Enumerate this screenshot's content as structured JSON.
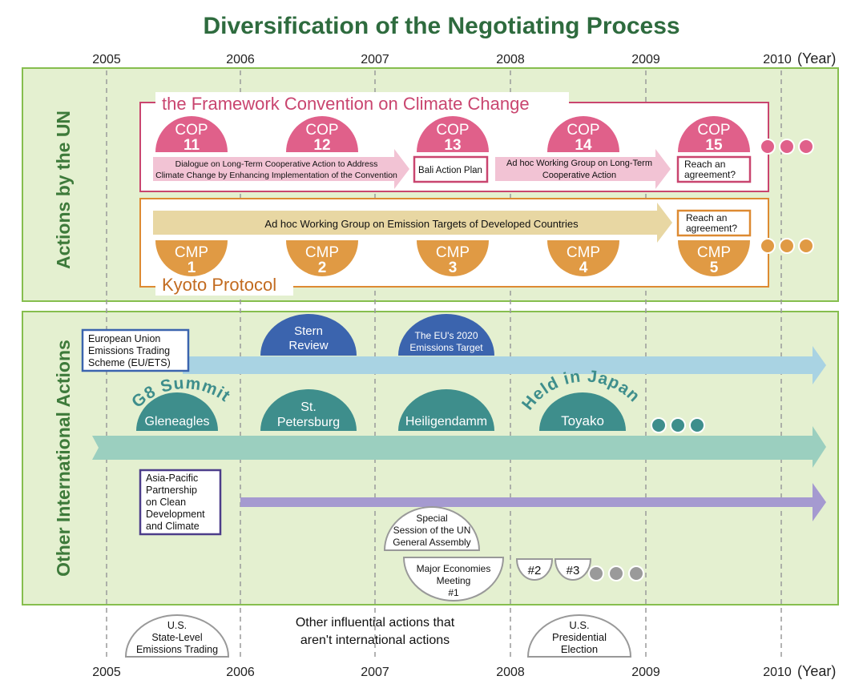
{
  "title": "Diversification of the Negotiating Process",
  "years": [
    "2005",
    "2006",
    "2007",
    "2008",
    "2009",
    "2010"
  ],
  "year_unit": "(Year)",
  "un_panel": {
    "side_label": "Actions by the UN",
    "fccc_label": "the Framework Convention on Climate Change",
    "kyoto_label": "Kyoto Protocol",
    "cop": [
      {
        "title": "COP",
        "num": "11"
      },
      {
        "title": "COP",
        "num": "12"
      },
      {
        "title": "COP",
        "num": "13"
      },
      {
        "title": "COP",
        "num": "14"
      },
      {
        "title": "COP",
        "num": "15"
      }
    ],
    "cmp": [
      {
        "title": "CMP",
        "num": "1"
      },
      {
        "title": "CMP",
        "num": "2"
      },
      {
        "title": "CMP",
        "num": "3"
      },
      {
        "title": "CMP",
        "num": "4"
      },
      {
        "title": "CMP",
        "num": "5"
      }
    ],
    "dialogue_line1": "Dialogue on Long-Term Cooperative Action to Address",
    "dialogue_line2": "Climate Change by Enhancing Implementation of the Convention",
    "bali": "Bali Action Plan",
    "awg_lca_line1": "Ad hoc Working Group on Long-Term",
    "awg_lca_line2": "Cooperative Action",
    "reach_line1": "Reach an",
    "reach_line2": "agreement?",
    "awg_kp": "Ad hoc Working Group on Emission Targets of Developed Countries"
  },
  "other_panel": {
    "side_label": "Other International Actions",
    "euets_line1": "European Union",
    "euets_line2": "Emissions Trading",
    "euets_line3": "Scheme (EU/ETS)",
    "stern_line1": "Stern",
    "stern_line2": "Review",
    "eu2020_line1": "The EU's 2020",
    "eu2020_line2": "Emissions Target",
    "g8_arc": "G8 Summit",
    "japan_arc": "Held in Japan",
    "summits": [
      {
        "line1": "Gleneagles",
        "line2": ""
      },
      {
        "line1": "St.",
        "line2": "Petersburg"
      },
      {
        "line1": "Heiligendamm",
        "line2": ""
      },
      {
        "line1": "Toyako",
        "line2": ""
      }
    ],
    "app_lines": [
      "Asia-Pacific",
      "Partnership",
      "on Clean",
      "Development",
      "and Climate"
    ],
    "unga_lines": [
      "Special",
      "Session of the UN",
      "General Assembly"
    ],
    "mem_lines": [
      "Major Economies",
      "Meeting",
      "#1"
    ],
    "mem2": "#2",
    "mem3": "#3"
  },
  "bottom": {
    "us_state_lines": [
      "U.S.",
      "State-Level",
      "Emissions Trading"
    ],
    "note_line1": "Other influential actions that",
    "note_line2": "aren't international actions",
    "us_election_lines": [
      "U.S.",
      "Presidential",
      "Election"
    ]
  },
  "colors": {
    "title": "#2e6b3e",
    "panel_fill": "#e4f0d0",
    "panel_border": "#86be4e",
    "cop": "#e0608a",
    "cop_frame": "#c9456f",
    "cmp": "#e09a44",
    "cmp_frame": "#dd8a32",
    "side_label": "#3d7a3a",
    "blue_dome": "#3b64ae",
    "teal": "#3e8e8c",
    "euets_arrow": "#a9d3e3",
    "g8_arrow": "#9bcfbf",
    "app_arrow": "#a59ad0",
    "app_border": "#4c3d8a",
    "gray_dot": "#9a9a9a"
  }
}
